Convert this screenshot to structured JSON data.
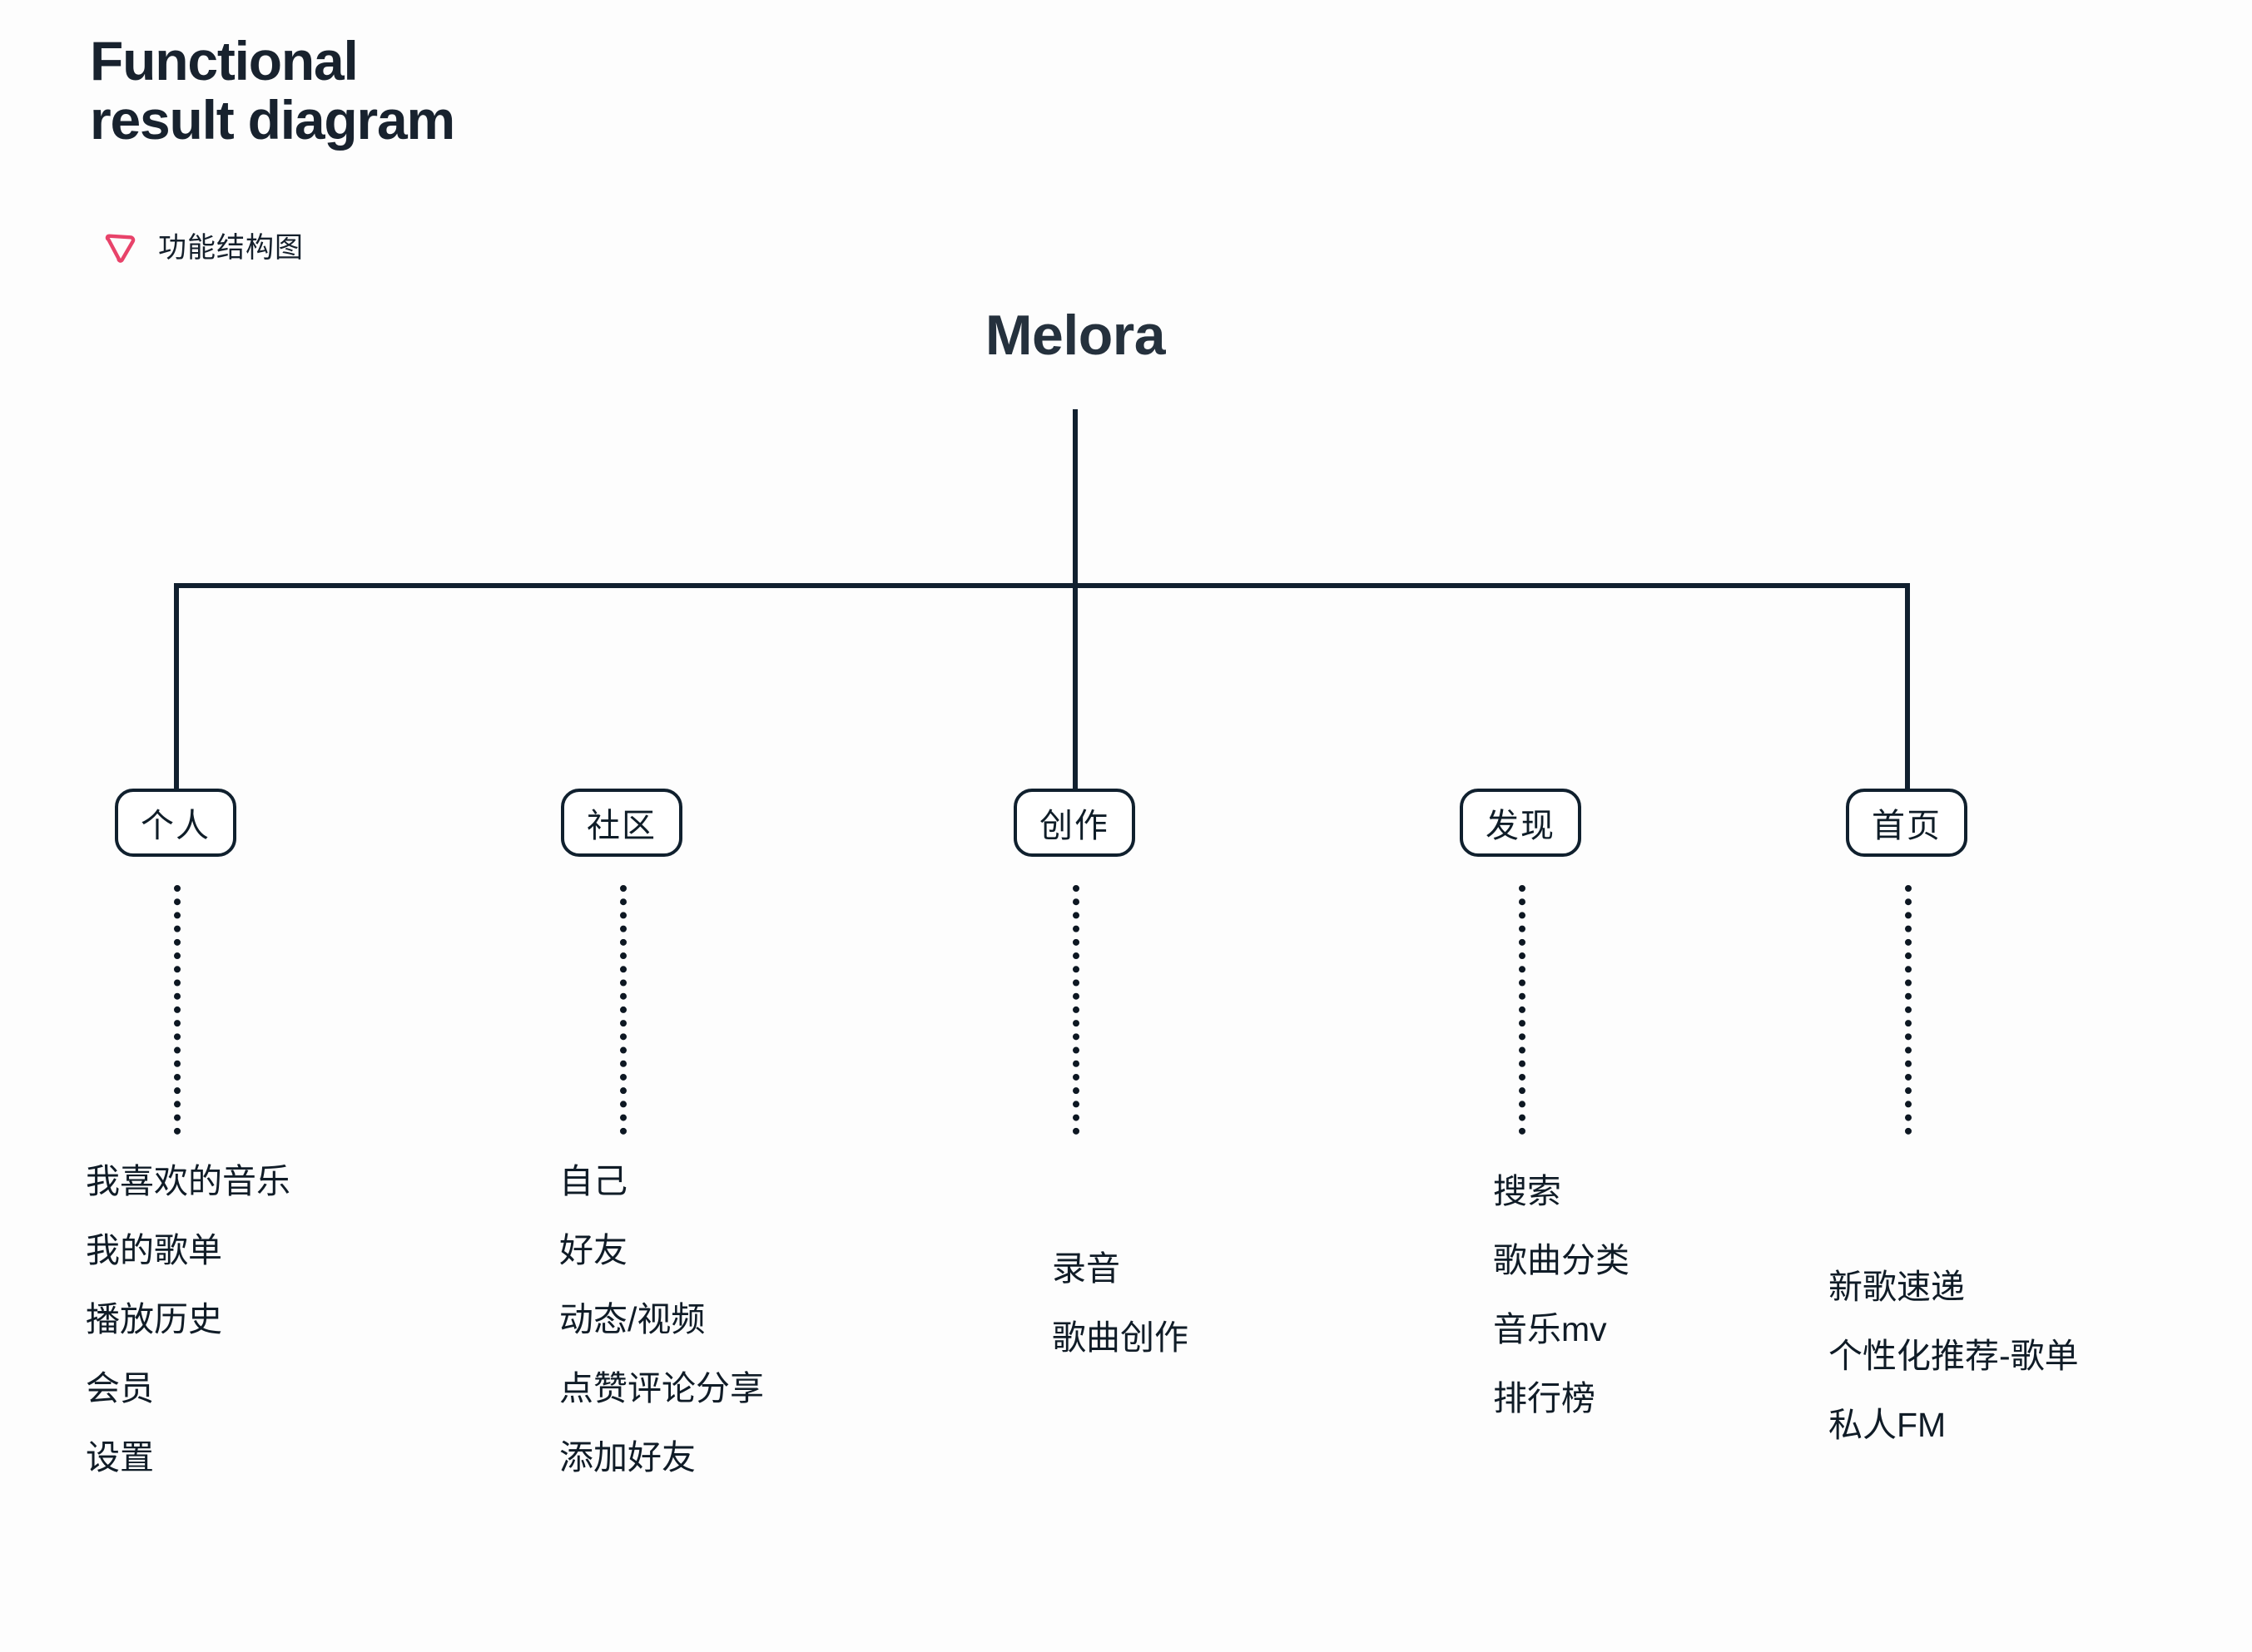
{
  "header": {
    "title": "Functional\nresult diagram",
    "subtitle": "功能结构图",
    "icon": "play-triangle-icon",
    "accent_color": "#E8436A",
    "ink_color": "#11202f"
  },
  "diagram": {
    "root": {
      "label": "Melora"
    },
    "branches": [
      {
        "id": "personal",
        "label": "个人",
        "items": [
          "我喜欢的音乐",
          "我的歌单",
          "播放历史",
          "会员",
          "设置"
        ]
      },
      {
        "id": "community",
        "label": "社区",
        "items": [
          "自己",
          "好友",
          "动态/视频",
          "点赞评论分享",
          "添加好友"
        ]
      },
      {
        "id": "create",
        "label": "创作",
        "items": [
          "录音",
          "歌曲创作"
        ]
      },
      {
        "id": "discover",
        "label": "发现",
        "items": [
          "搜索",
          "歌曲分类",
          "音乐mv",
          "排行榜"
        ]
      },
      {
        "id": "home",
        "label": "首页",
        "items": [
          "新歌速递",
          "个性化推荐-歌单",
          "私人FM"
        ]
      }
    ]
  }
}
